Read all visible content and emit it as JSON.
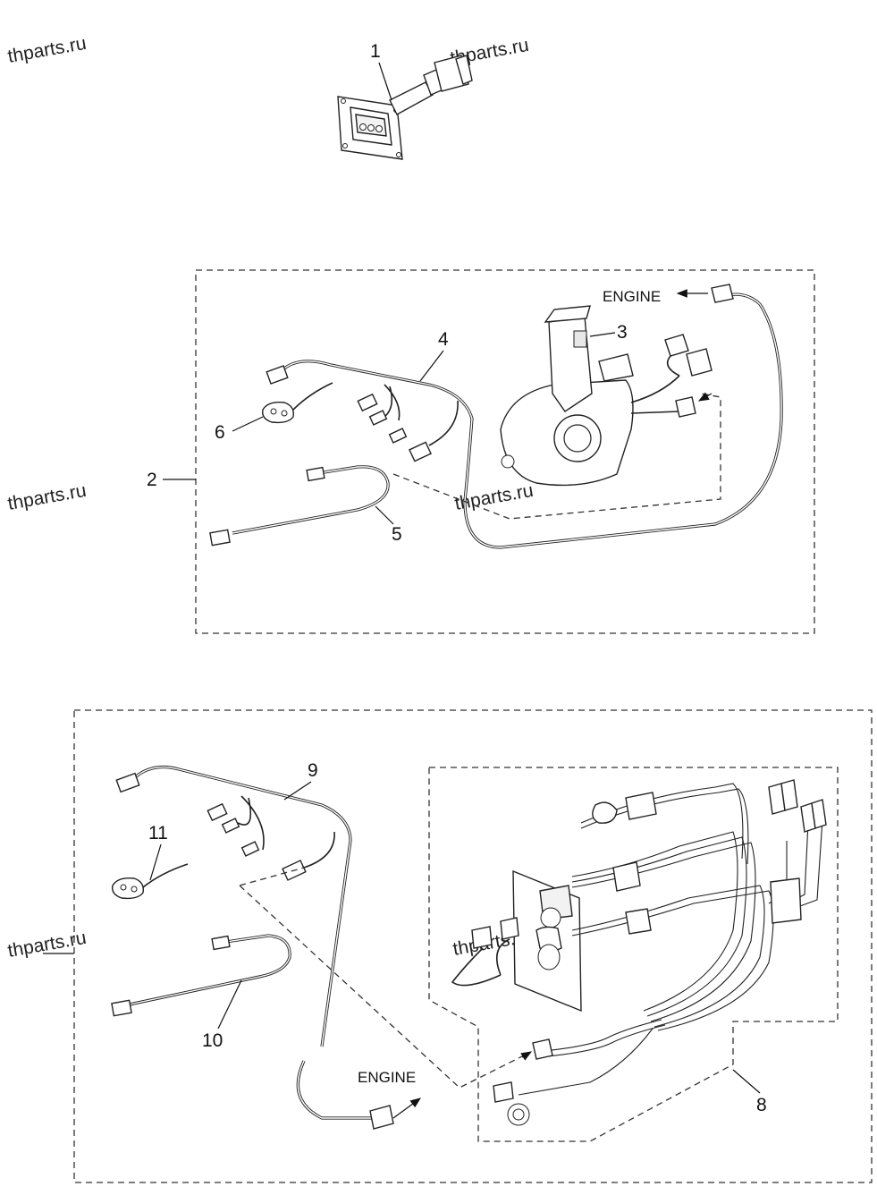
{
  "watermarks": [
    "thparts.ru",
    "thparts.ru",
    "thparts.ru",
    "thparts.ru",
    "thparts.ru",
    "thparts.ru"
  ],
  "callouts": {
    "c1": "1",
    "c2": "2",
    "c3": "3",
    "c4": "4",
    "c5": "5",
    "c6": "6",
    "c8": "8",
    "c9": "9",
    "c10": "10",
    "c11": "11"
  },
  "engine_labels": [
    "ENGINE",
    "ENGINE"
  ]
}
